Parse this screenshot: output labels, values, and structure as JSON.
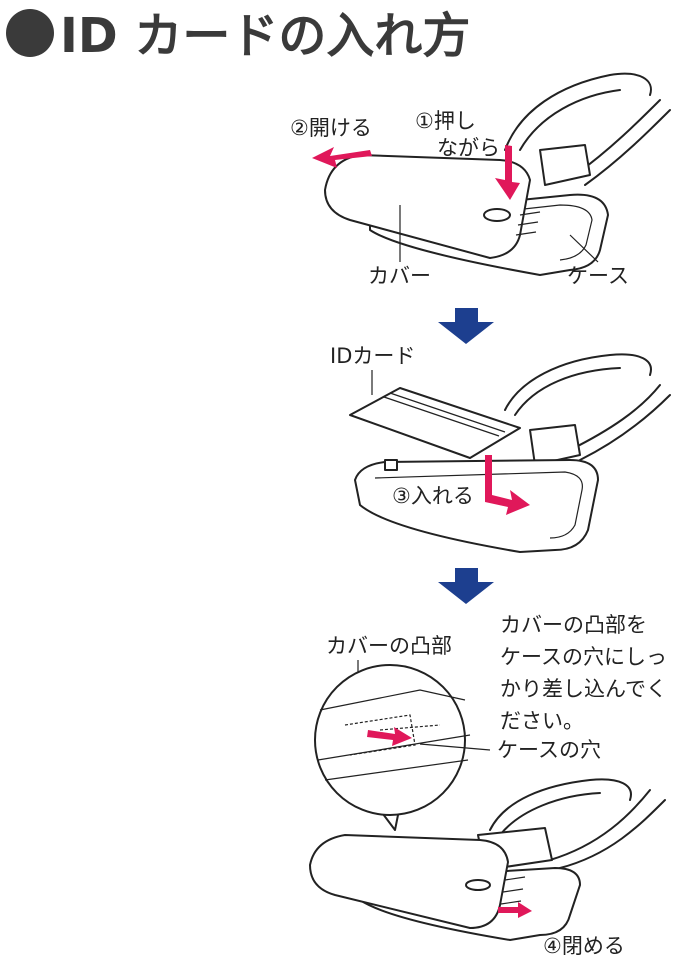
{
  "title": {
    "bullet": "●",
    "text": "ID カードの入れ方"
  },
  "colors": {
    "accent_arrow": "#e0185a",
    "step_arrow": "#1d3f8f",
    "title_text": "#3a3a3a"
  },
  "step1": {
    "open_label": "②開ける",
    "press_label_line1": "①押し",
    "press_label_line2": "ながら",
    "cover_label": "カバー",
    "case_label": "ケース"
  },
  "step2": {
    "card_label": "IDカード",
    "insert_label": "③入れる"
  },
  "step3": {
    "tab_label": "カバーの凸部",
    "instruction": [
      "カバーの凸部を",
      "ケースの穴にしっ",
      "かり差し込んでく",
      "ださい。"
    ],
    "hole_label": "ケースの穴",
    "close_label": "④閉める"
  }
}
